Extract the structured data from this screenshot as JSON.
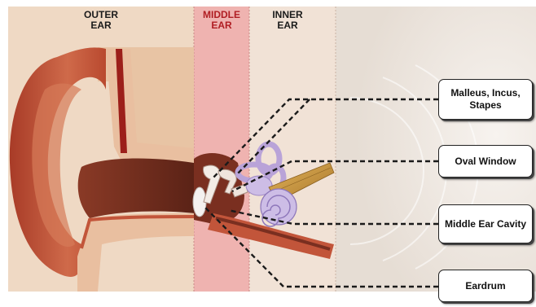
{
  "zones": {
    "outer": "OUTER\nEAR",
    "middle": "MIDDLE\nEAR",
    "inner": "INNER\nEAR"
  },
  "callouts": {
    "ossicles": "Malleus, Incus, Stapes",
    "oval_window": "Oval Window",
    "middle_ear_cavity": "Middle Ear Cavity",
    "eardrum": "Eardrum"
  },
  "colors": {
    "outer_zone": "#efd2b8",
    "middle_zone": "#eca3a0",
    "inner_zone": "#f3e3d7",
    "skin": "#c2553a",
    "canal": "#6b2b1c",
    "cochlea": "#c9b7e0",
    "nerve": "#c9953a"
  }
}
